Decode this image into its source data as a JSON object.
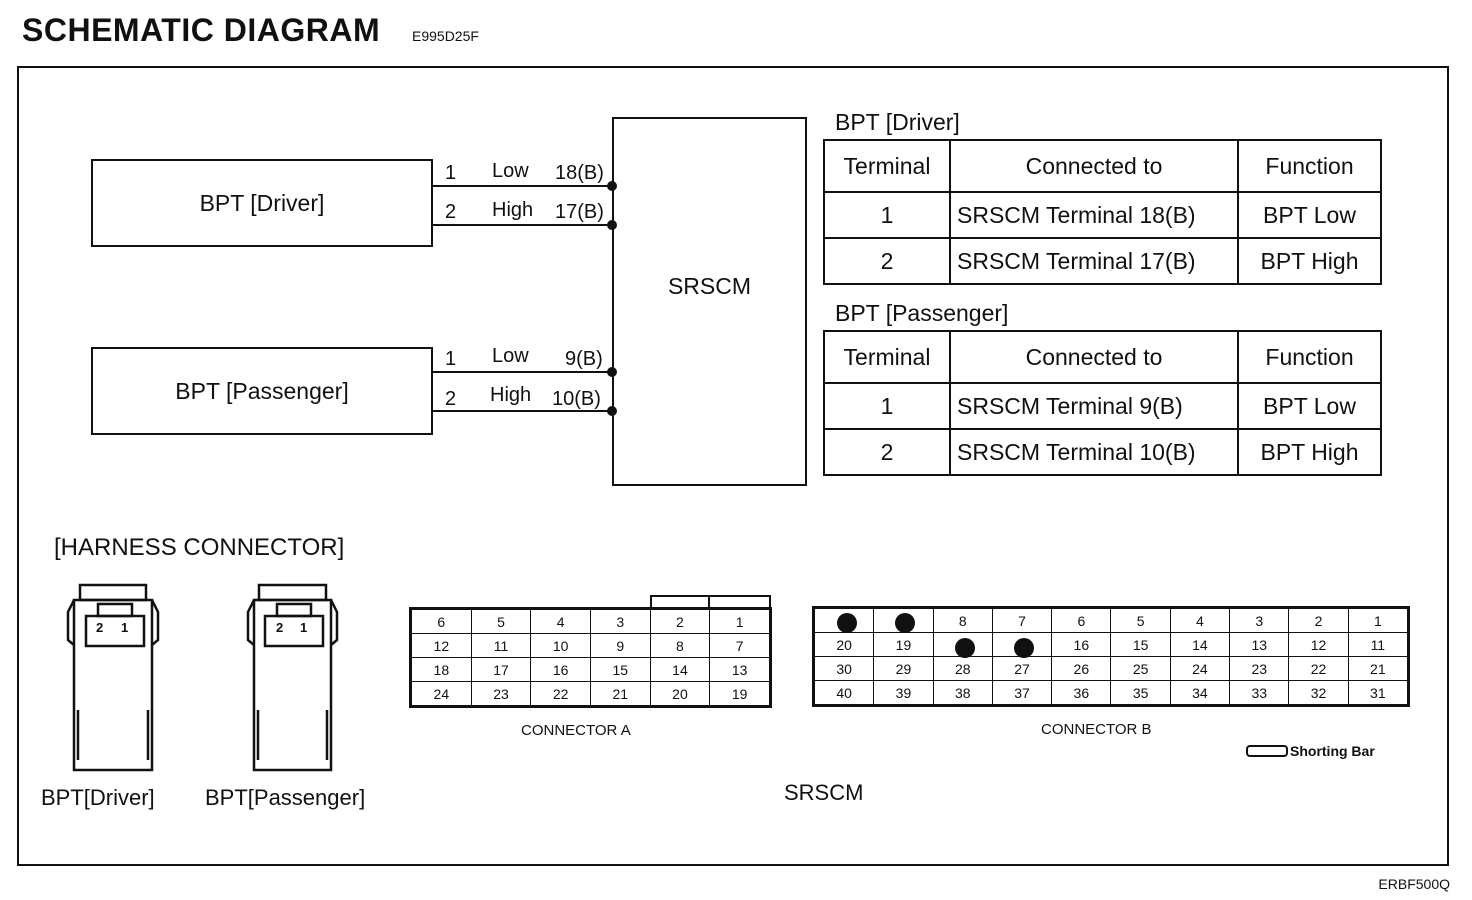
{
  "header": {
    "title": "SCHEMATIC DIAGRAM",
    "code": "E995D25F"
  },
  "footer": {
    "code": "ERBF500Q"
  },
  "schematic": {
    "driver_box": "BPT [Driver]",
    "passenger_box": "BPT [Passenger]",
    "srscm_box": "SRSCM",
    "driver_wires": [
      {
        "pin": "1",
        "name": "Low",
        "terminal": "18(B)"
      },
      {
        "pin": "2",
        "name": "High",
        "terminal": "17(B)"
      }
    ],
    "passenger_wires": [
      {
        "pin": "1",
        "name": "Low",
        "terminal": "9(B)"
      },
      {
        "pin": "2",
        "name": "High",
        "terminal": "10(B)"
      }
    ]
  },
  "tables": {
    "driver": {
      "title": "BPT [Driver]",
      "headers": [
        "Terminal",
        "Connected to",
        "Function"
      ],
      "rows": [
        [
          "1",
          "SRSCM Terminal 18(B)",
          "BPT Low"
        ],
        [
          "2",
          "SRSCM Terminal 17(B)",
          "BPT High"
        ]
      ]
    },
    "passenger": {
      "title": "BPT [Passenger]",
      "headers": [
        "Terminal",
        "Connected to",
        "Function"
      ],
      "rows": [
        [
          "1",
          "SRSCM Terminal 9(B)",
          "BPT Low"
        ],
        [
          "2",
          "SRSCM Terminal 10(B)",
          "BPT High"
        ]
      ]
    }
  },
  "harness": {
    "title": "[HARNESS CONNECTOR]",
    "bpt_driver_label": "BPT[Driver]",
    "bpt_passenger_label": "BPT[Passenger]",
    "bpt_pins": [
      "2",
      "1"
    ],
    "connector_a": {
      "label": "CONNECTOR A",
      "rows": [
        [
          "6",
          "5",
          "4",
          "3",
          "2",
          "1"
        ],
        [
          "12",
          "11",
          "10",
          "9",
          "8",
          "7"
        ],
        [
          "18",
          "17",
          "16",
          "15",
          "14",
          "13"
        ],
        [
          "24",
          "23",
          "22",
          "21",
          "20",
          "19"
        ]
      ]
    },
    "connector_b": {
      "label": "CONNECTOR B",
      "rows": [
        [
          "",
          "",
          "8",
          "7",
          "6",
          "5",
          "4",
          "3",
          "2",
          "1"
        ],
        [
          "20",
          "19",
          "",
          "",
          "16",
          "15",
          "14",
          "13",
          "12",
          "11"
        ],
        [
          "30",
          "29",
          "28",
          "27",
          "26",
          "25",
          "24",
          "23",
          "22",
          "21"
        ],
        [
          "40",
          "39",
          "38",
          "37",
          "36",
          "35",
          "34",
          "33",
          "32",
          "31"
        ]
      ]
    },
    "shorting_bar_label": "Shorting Bar",
    "srscm_label": "SRSCM"
  }
}
